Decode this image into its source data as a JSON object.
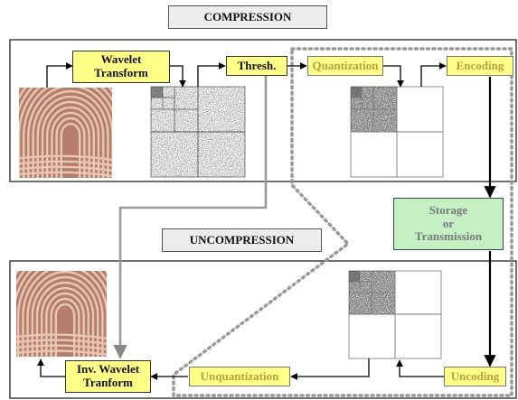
{
  "banners": {
    "compression": "COMPRESSION",
    "uncompression": "UNCOMPRESSION"
  },
  "steps": {
    "wavelet_transform": "Wavelet\nTransform",
    "thresh": "Thresh.",
    "quantization": "Quantization",
    "encoding": "Encoding",
    "storage": "Storage\nor\nTransmission",
    "unquantization": "Unquantization",
    "uncoding": "Uncoding",
    "inv_wavelet": "Inv. Wavelet\nTranform"
  },
  "colors": {
    "yellow_box": "#ffff88",
    "green_box": "#c4f0c4",
    "banner": "#ececec",
    "dotted_outline": "#999999",
    "fingerprint_bg": "#b57e6c",
    "fingerprint_ridge": "#f2d9c4"
  },
  "icons": {
    "fingerprint": "fingerprint-image",
    "wavelet_coefficients": "wavelet-subband-image"
  }
}
